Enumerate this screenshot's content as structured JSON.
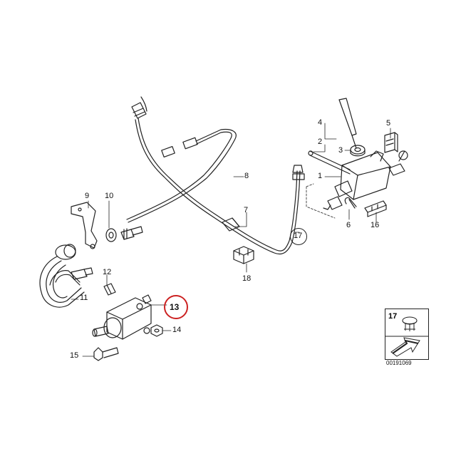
{
  "diagram": {
    "accent_color": "#cc2222",
    "line_color": "#222222",
    "highlighted_part": "13",
    "parts": [
      {
        "num": "1"
      },
      {
        "num": "2"
      },
      {
        "num": "3"
      },
      {
        "num": "4"
      },
      {
        "num": "5"
      },
      {
        "num": "6"
      },
      {
        "num": "7"
      },
      {
        "num": "8"
      },
      {
        "num": "9"
      },
      {
        "num": "10"
      },
      {
        "num": "11"
      },
      {
        "num": "12"
      },
      {
        "num": "13"
      },
      {
        "num": "14"
      },
      {
        "num": "15"
      },
      {
        "num": "16"
      },
      {
        "num": "17"
      },
      {
        "num": "18"
      }
    ],
    "legend": {
      "label": "17",
      "icon": "clip-rivet-icon",
      "arrow_icon": "direction-arrow-icon"
    },
    "reference_code": "00191069"
  }
}
